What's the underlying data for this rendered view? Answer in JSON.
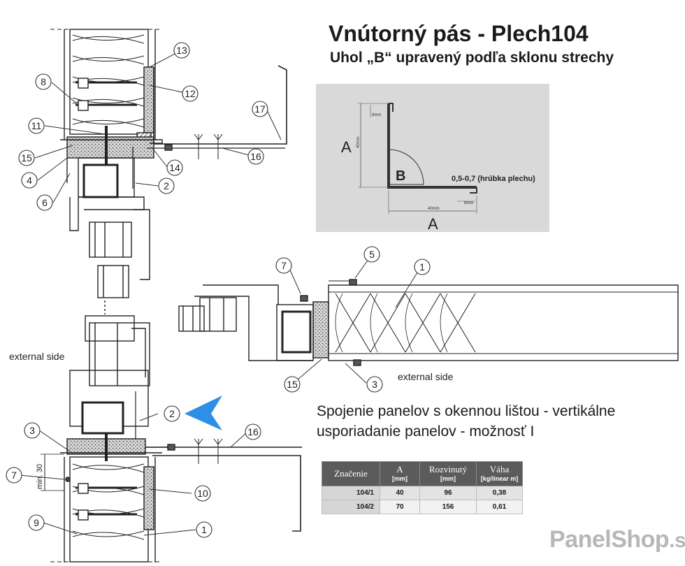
{
  "title": "Vnútorný pás - Plech104",
  "subtitle": "Uhol „B“ upravený podľa sklonu strechy",
  "caption": {
    "line1": "Spojenie panelov s okennou lištou - vertikálne",
    "line2": "usporiadanie panelov - možnosť I"
  },
  "external_side": "external side",
  "min_label": "min. 30",
  "profile": {
    "label_a": "A",
    "label_b": "B",
    "dim_40mm": "40mm",
    "dim_8mm": "8mm",
    "thickness_note": "0,5-0,7 (hrúbka plechu)"
  },
  "callouts": [
    "1",
    "2",
    "3",
    "4",
    "5",
    "6",
    "7",
    "8",
    "9",
    "10",
    "11",
    "12",
    "13",
    "14",
    "15",
    "16",
    "17"
  ],
  "table": {
    "headers": [
      {
        "main": "Značenie",
        "unit": ""
      },
      {
        "main": "A",
        "unit": "[mm]"
      },
      {
        "main": "Rozvinutý",
        "unit": "[mm]"
      },
      {
        "main": "Váha",
        "unit": "[kg/linear m]"
      }
    ],
    "rows": [
      {
        "code": "104/1",
        "a": "40",
        "developed": "96",
        "weight": "0,38"
      },
      {
        "code": "104/2",
        "a": "70",
        "developed": "156",
        "weight": "0,61"
      }
    ]
  },
  "brand": {
    "name": "PanelShop",
    "tld": ".sk"
  },
  "colors": {
    "arrow": "#2f8fe6",
    "profile_bg": "#d9d9d9",
    "table_header": "#5b5b5b"
  }
}
